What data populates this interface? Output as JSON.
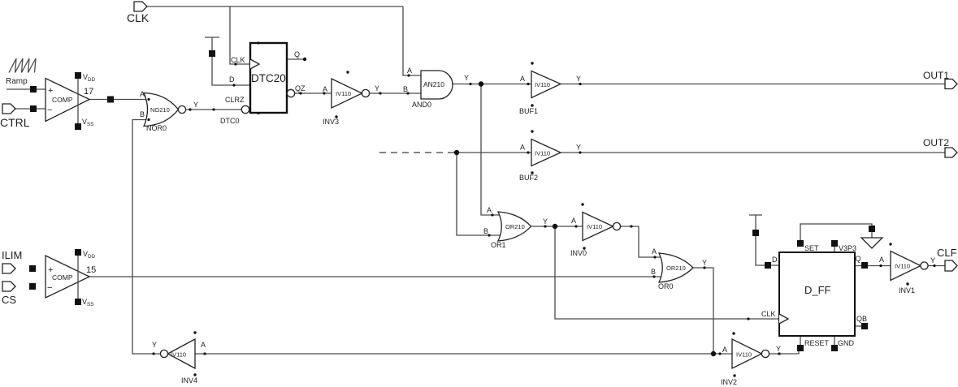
{
  "colors": {
    "wire": "#4a4a4a",
    "outline": "#1c1c1c",
    "text": "#1c1c1c",
    "background": "#ffffff"
  },
  "ports": {
    "clk": {
      "label": "CLK"
    },
    "ramp": {
      "label": "Ramp"
    },
    "ctrl": {
      "label": "CTRL"
    },
    "ilim": {
      "label": "ILIM"
    },
    "cs": {
      "label": "CS"
    },
    "out1": {
      "label": "OUT1"
    },
    "out2": {
      "label": "OUT2"
    },
    "clf": {
      "label": "CLF"
    }
  },
  "components": {
    "comp17": {
      "cell": "COMP",
      "name": "17",
      "pin_plus": "+",
      "pin_minus": "−",
      "rail_v": "V",
      "rail_dd": "DD",
      "rail_ss": "SS"
    },
    "comp15": {
      "cell": "COMP",
      "name": "15",
      "pin_plus": "+",
      "pin_minus": "−",
      "rail_v": "V",
      "rail_dd": "DD",
      "rail_ss": "SS"
    },
    "nor0": {
      "cell": "NO210",
      "name": "NOR0",
      "pin_a": "A",
      "pin_b": "B",
      "pin_y": "Y"
    },
    "dtc0": {
      "cell": "DTC20",
      "name": "DTC0",
      "pin_clk": "CLK",
      "pin_d": "D",
      "pin_clrz": "CLRZ",
      "pin_q": "Q",
      "pin_qz": "QZ"
    },
    "inv3": {
      "cell": "IV110",
      "name": "INV3",
      "pin_a": "A",
      "pin_y": "Y"
    },
    "and0": {
      "cell": "AN210",
      "name": "AND0",
      "pin_a": "A",
      "pin_b": "B",
      "pin_y": "Y"
    },
    "buf1": {
      "cell": "IV110",
      "name": "BUF1",
      "pin_a": "A",
      "pin_y": "Y"
    },
    "buf2": {
      "cell": "IV110",
      "name": "BUF2",
      "pin_a": "A",
      "pin_y": "Y"
    },
    "or1": {
      "cell": "OR210",
      "name": "OR1",
      "pin_a": "A",
      "pin_b": "B",
      "pin_y": "Y"
    },
    "inv0": {
      "cell": "IV110",
      "name": "INV0",
      "pin_a": "A"
    },
    "or0": {
      "cell": "OR210",
      "name": "OR0",
      "pin_a": "A",
      "pin_b": "B",
      "pin_y": "Y"
    },
    "inv4": {
      "cell": "IV110",
      "name": "INV4",
      "pin_a": "A",
      "pin_y": "Y"
    },
    "inv2": {
      "cell": "IV110",
      "name": "INV2",
      "pin_a": "A",
      "pin_y": "Y"
    },
    "inv1": {
      "cell": "IV110",
      "name": "INV1",
      "pin_a": "A",
      "pin_y": "Y"
    },
    "dff": {
      "cell": "D_FF",
      "pin_d": "D",
      "pin_clk": "CLK",
      "pin_set": "SET",
      "pin_v3p3": "V3P3",
      "pin_q": "Q",
      "pin_qb": "QB",
      "pin_reset": "RESET",
      "pin_gnd": "GND"
    }
  }
}
